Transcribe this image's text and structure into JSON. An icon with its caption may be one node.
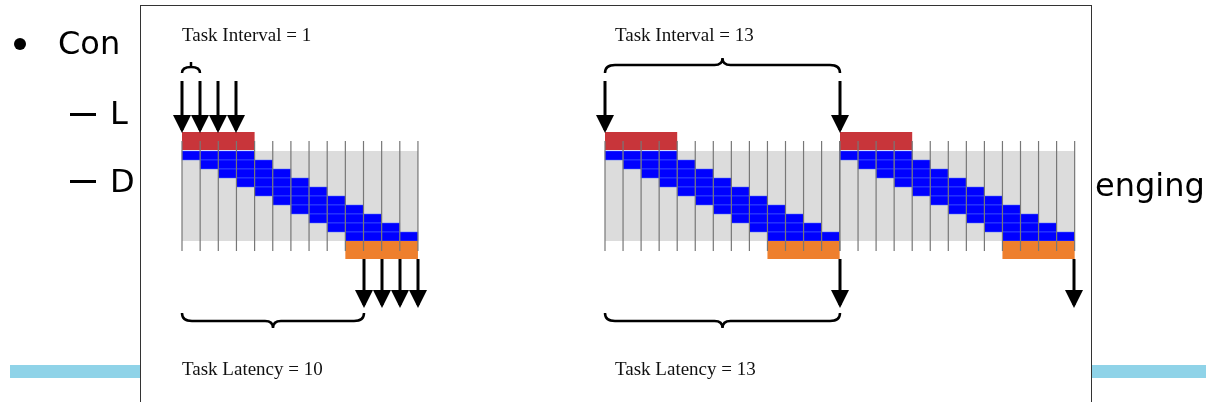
{
  "diagram": {
    "labels": [
      "Con",
      "L",
      "D",
      "enging",
      "Task Interval = 1",
      "Task Interval = 13",
      "Task Latency = 10",
      "Task Latency = 13"
    ]
  }
}
